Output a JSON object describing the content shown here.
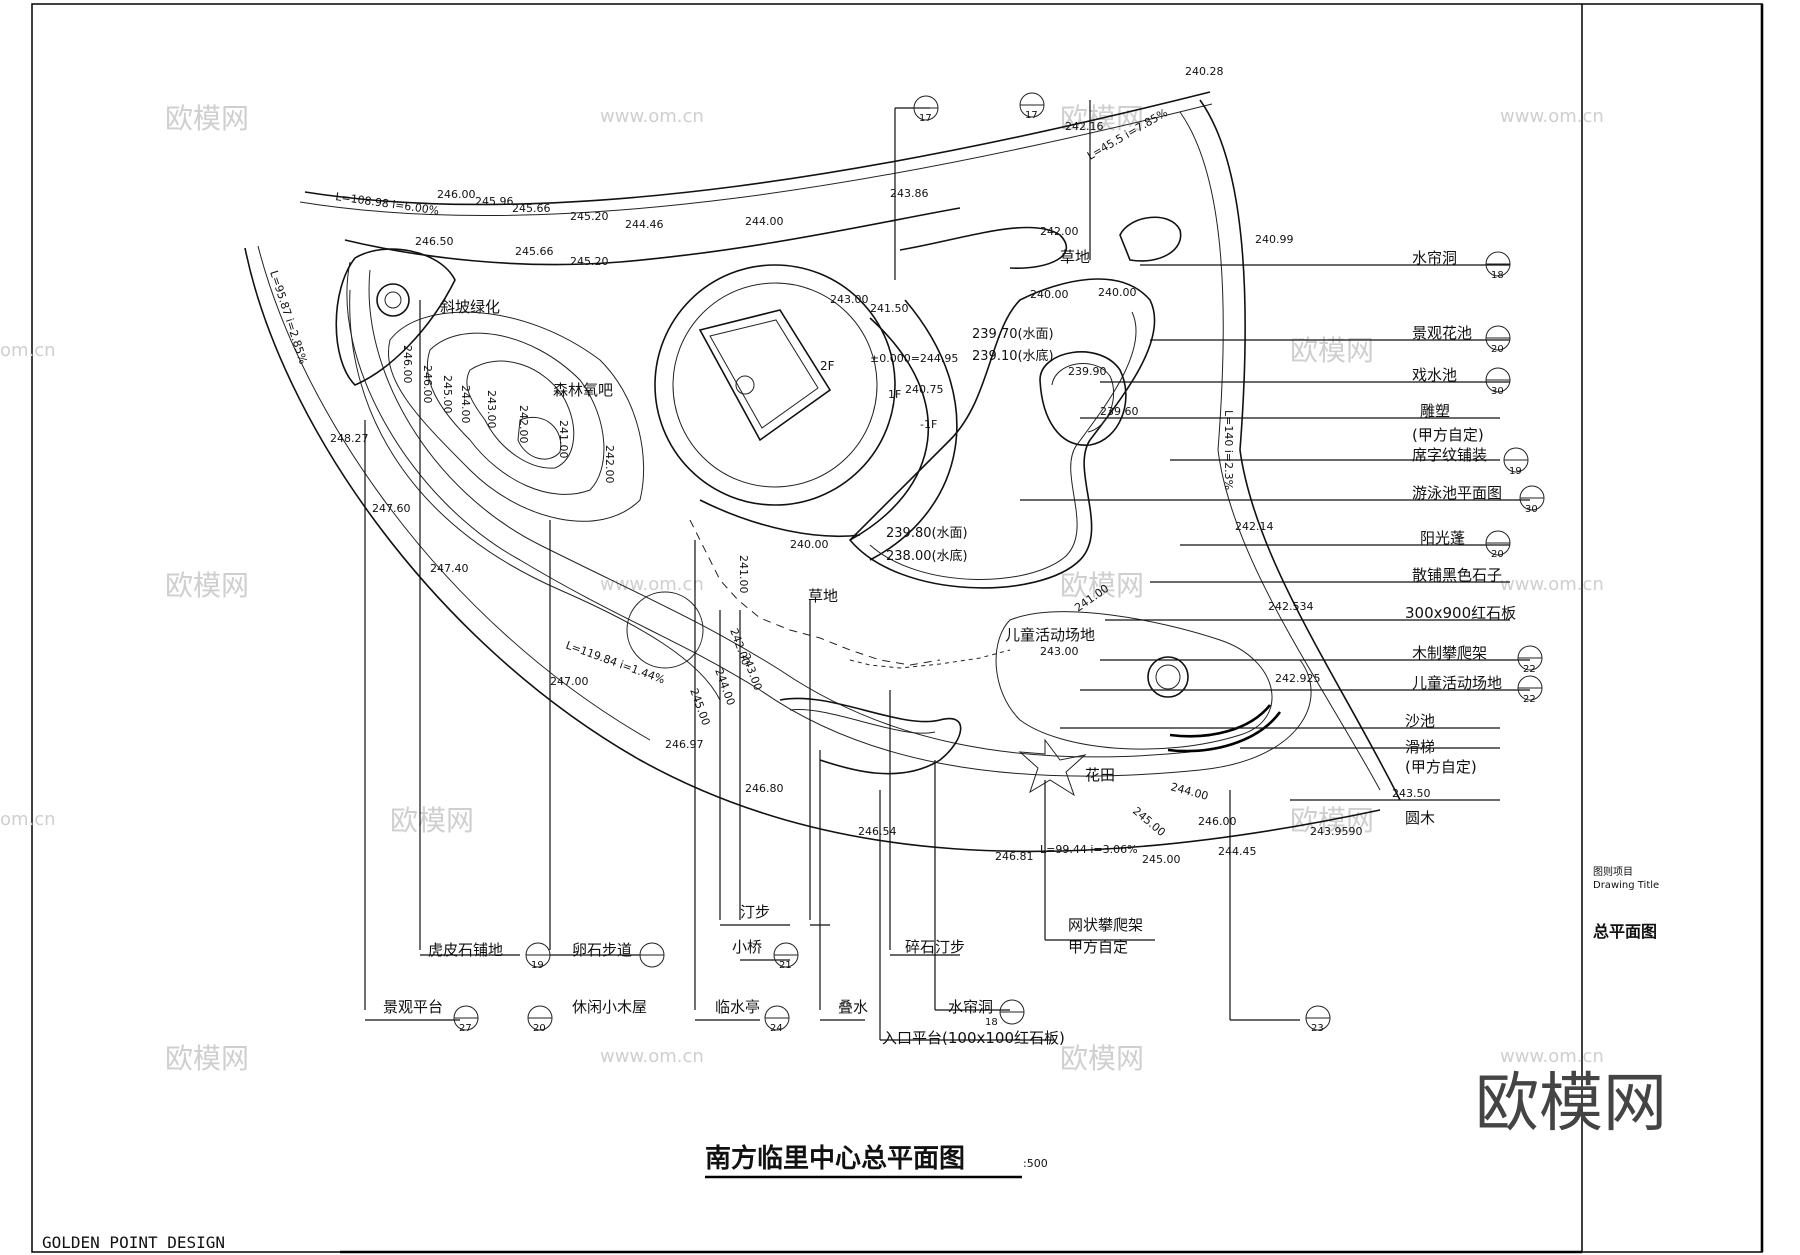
{
  "drawing": {
    "title": "南方临里中心总平面图",
    "scale_suffix": ":500",
    "firm": "GOLDEN POINT DESIGN",
    "title_block": {
      "label_cn": "图则项目",
      "label_en": "Drawing Title",
      "value": "总平面图"
    }
  },
  "watermark": {
    "brand": "欧模网",
    "url": "www.om.cn",
    "short": "om.cn"
  },
  "slopes": [
    "L=108.98  i=6.00%",
    "L=95.87  i=2.85%",
    "L=45.5  i=7.85%",
    "L=140  i=2.3%",
    "L=119.84  i=1.44%",
    "L=99.44  i=3.06%"
  ],
  "areas": [
    "斜坡绿化",
    "森林氧吧",
    "草地",
    "草地",
    "儿童活动场地",
    "花田",
    "2F",
    "1F",
    "-1F"
  ],
  "elevation_marks": [
    "240.28",
    "242.16",
    "243.86",
    "246.00",
    "245.96",
    "245.66",
    "245.20",
    "244.46",
    "244.00",
    "246.50",
    "245.66",
    "245.20",
    "240.99",
    "242.00",
    "243.00",
    "241.50",
    "240.00",
    "240.00",
    "239.70(水面)",
    "239.10(水底)",
    "±0.000=244.95",
    "240.75",
    "239.90",
    "239.60",
    "248.27",
    "247.60",
    "247.40",
    "242.14",
    "242.534",
    "242.925",
    "243.50",
    "243.9590",
    "247.00",
    "246.97",
    "246.80",
    "246.54",
    "246.81",
    "245.00",
    "244.45",
    "246.00",
    "245.00",
    "244.00",
    "239.80(水面)",
    "238.00(水底)",
    "240.00",
    "241.00",
    "242.00",
    "243.00",
    "244.00",
    "245.00",
    "246.00",
    "246.00",
    "245.00",
    "244.00",
    "243.00",
    "242.00",
    "241.00",
    "242.00",
    "243.00",
    "241.00",
    "242.00"
  ],
  "right_legend": [
    {
      "label": "水帘洞",
      "num": "18"
    },
    {
      "label": "景观花池",
      "num": "20"
    },
    {
      "label": "戏水池",
      "num": "30"
    },
    {
      "label": "雕塑",
      "num": ""
    },
    {
      "label": "(甲方自定)",
      "num": ""
    },
    {
      "label": "席字纹铺装",
      "num": "19"
    },
    {
      "label": "游泳池平面图",
      "num": "30"
    },
    {
      "label": "阳光蓬",
      "num": "20"
    },
    {
      "label": "散铺黑色石子",
      "num": ""
    },
    {
      "label": "300x900红石板",
      "num": ""
    },
    {
      "label": "木制攀爬架",
      "num": "22"
    },
    {
      "label": "儿童活动场地",
      "num": "22"
    },
    {
      "label": "沙池",
      "num": ""
    },
    {
      "label": "滑梯",
      "num": ""
    },
    {
      "label": "(甲方自定)",
      "num": ""
    },
    {
      "label": "圆木",
      "num": ""
    }
  ],
  "bottom_legend": [
    {
      "label": "虎皮石铺地",
      "num": "19"
    },
    {
      "label": "卵石步道",
      "num": ""
    },
    {
      "label": "汀步",
      "num": ""
    },
    {
      "label": "小桥",
      "num": "21"
    },
    {
      "label": "碎石汀步",
      "num": ""
    },
    {
      "label": "网状攀爬架",
      "num": ""
    },
    {
      "label": "甲方自定",
      "num": ""
    },
    {
      "label": "景观平台",
      "num": "27"
    },
    {
      "label": "休闲小木屋",
      "num": "20"
    },
    {
      "label": "临水亭",
      "num": "24"
    },
    {
      "label": "叠水",
      "num": ""
    },
    {
      "label": "水帘洞",
      "num": "18"
    },
    {
      "label": "入口平台(100x100红石板)",
      "num": ""
    },
    {
      "label": "",
      "num": "23"
    }
  ],
  "top_refs": [
    "17",
    "17"
  ]
}
